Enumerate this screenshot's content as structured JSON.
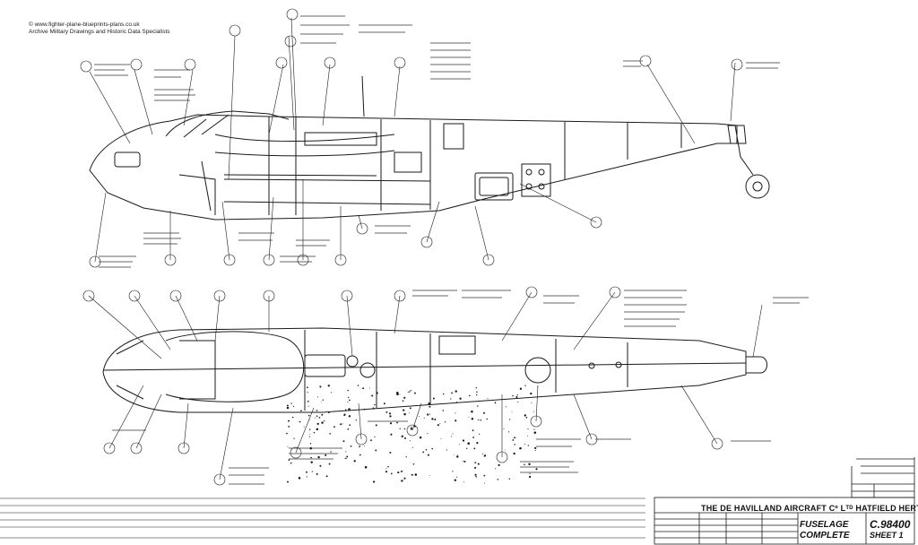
{
  "watermark": {
    "line1": "© www.fighter-plane-blueprints-plans.co.uk",
    "line2": "Archive Military Drawings and Historic Data Specialists"
  },
  "title_block": {
    "company": "THE DE HAVILLAND AIRCRAFT Cº Lᵀᴰ HATFIELD HERTS",
    "drawing_title_line1": "FUSELAGE",
    "drawing_title_line2": "COMPLETE",
    "drawing_number": "C.98400",
    "sheet": "SHEET 1"
  },
  "colors": {
    "ink": "#1a1a1a",
    "paper": "#ffffff"
  }
}
